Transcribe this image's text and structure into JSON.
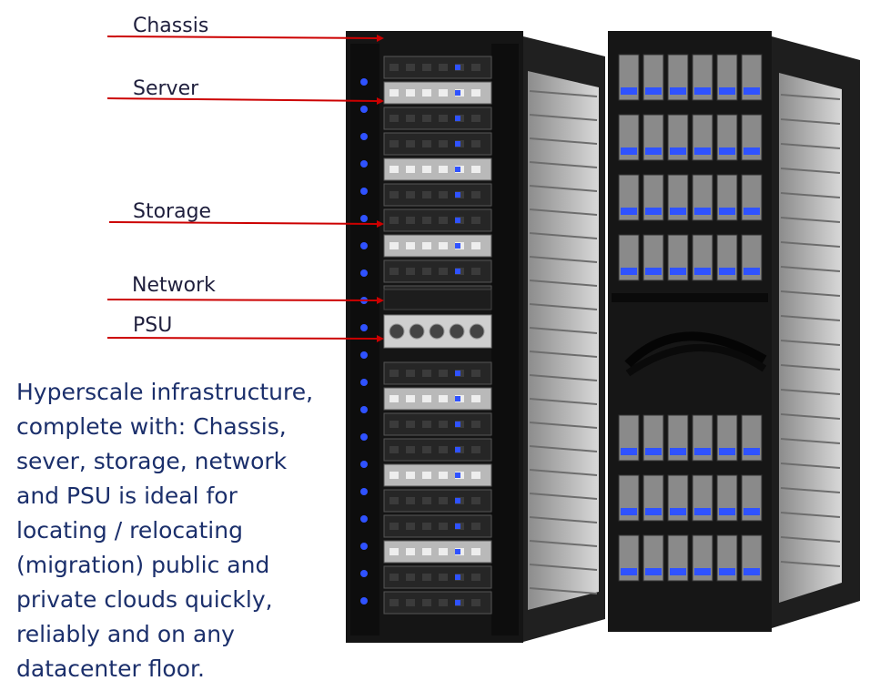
{
  "callouts": [
    {
      "id": "chassis",
      "label": "Chassis"
    },
    {
      "id": "server",
      "label": "Server"
    },
    {
      "id": "storage",
      "label": "Storage"
    },
    {
      "id": "network",
      "label": "Network"
    },
    {
      "id": "psu",
      "label": "PSU"
    }
  ],
  "description": "Hyperscale infrastructure, complete with: Chassis, sever, storage, network and PSU is ideal for locating / relocating (migration) public and private clouds quickly, reliably and on any datacenter floor.",
  "colors": {
    "callout_line": "#cc0000",
    "label_text": "#1f1f3d",
    "description_text": "#1b2f6b",
    "rack_frame": "#141414",
    "led_blue": "#2f52ff"
  }
}
